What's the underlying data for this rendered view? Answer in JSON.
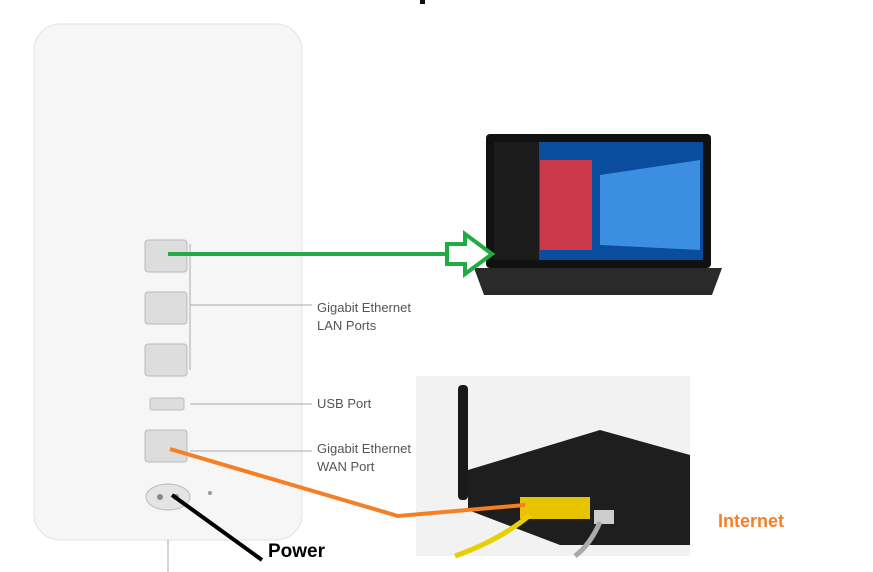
{
  "labels": {
    "lan_line1": "Gigabit Ethernet",
    "lan_line2": "LAN Ports",
    "usb": "USB Port",
    "wan_line1": "Gigabit Ethernet",
    "wan_line2": "WAN Port",
    "power": "Power",
    "internet": "Internet"
  },
  "colors": {
    "lan_arrow": "#22aa44",
    "wan_line": "#f47f25",
    "power_line": "#000000",
    "internet_text": "#f47f25"
  }
}
